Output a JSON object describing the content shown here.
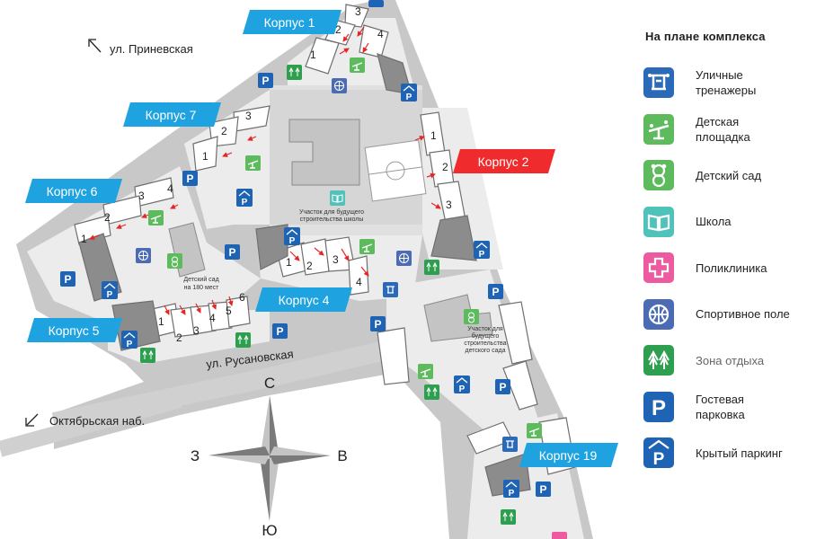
{
  "map": {
    "streets": {
      "prinevskaya": "ул. Приневская",
      "rusanovskaya": "ул. Русановская",
      "oktyabrskaya": "Октябрьская наб."
    },
    "buildings": {
      "korpus1": "Корпус 1",
      "korpus2": "Корпус 2",
      "korpus4": "Корпус 4",
      "korpus5": "Корпус 5",
      "korpus6": "Корпус 6",
      "korpus7": "Корпус 7",
      "korpus19": "Корпус 19"
    },
    "section_numbers": {
      "k1": [
        "1",
        "2",
        "3",
        "4"
      ],
      "k2": [
        "1",
        "2",
        "3"
      ],
      "k4": [
        "1",
        "2",
        "3",
        "4"
      ],
      "k5": [
        "1",
        "2",
        "3",
        "4",
        "5",
        "6"
      ],
      "k6": [
        "1",
        "2",
        "3",
        "4"
      ],
      "k7": [
        "1",
        "2",
        "3"
      ]
    },
    "sites": {
      "school_line1": "Участок для будущего",
      "school_line2": "строительства школы",
      "kinder_line1": "Детский сад",
      "kinder_line2": "на 180 мест",
      "future_kinder_line1": "Участок для",
      "future_kinder_line2": "будущего",
      "future_kinder_line3": "строительства",
      "future_kinder_line4": "детского сада"
    },
    "compass": {
      "north": "С",
      "south": "Ю",
      "west": "З",
      "east": "В"
    },
    "parking_glyph": "P"
  },
  "legend": {
    "title": "На плане комплекса",
    "items": [
      {
        "label": "Уличные тренажеры",
        "icon": "outdoor-gym-icon",
        "color": "#2a6ab8",
        "muted": false
      },
      {
        "label": "Детская площадка",
        "icon": "playground-icon",
        "color": "#5dbb5e",
        "muted": false
      },
      {
        "label": "Детский сад",
        "icon": "kindergarten-icon",
        "color": "#5dbb5e",
        "muted": false
      },
      {
        "label": "Школа",
        "icon": "school-icon",
        "color": "#4fc2b9",
        "muted": false
      },
      {
        "label": "Поликлиника",
        "icon": "clinic-icon",
        "color": "#ee5a9f",
        "muted": false
      },
      {
        "label": "Спортивное поле",
        "icon": "sports-field-icon",
        "color": "#4c6bb5",
        "muted": false
      },
      {
        "label": "Зона отдыха",
        "icon": "recreation-icon",
        "color": "#2e9e4f",
        "muted": true
      },
      {
        "label": "Гостевая парковка",
        "icon": "guest-parking-icon",
        "color": "#1f64b4",
        "muted": false
      },
      {
        "label": "Крытый паркинг",
        "icon": "covered-parking-icon",
        "color": "#1f64b4",
        "muted": false
      }
    ]
  },
  "colors": {
    "blue_tag": "#1ea3e0",
    "red_tag": "#ef2b2d",
    "road": "#c9c9c9",
    "block": "#ebebeb",
    "plot": "#d9d9d9"
  }
}
